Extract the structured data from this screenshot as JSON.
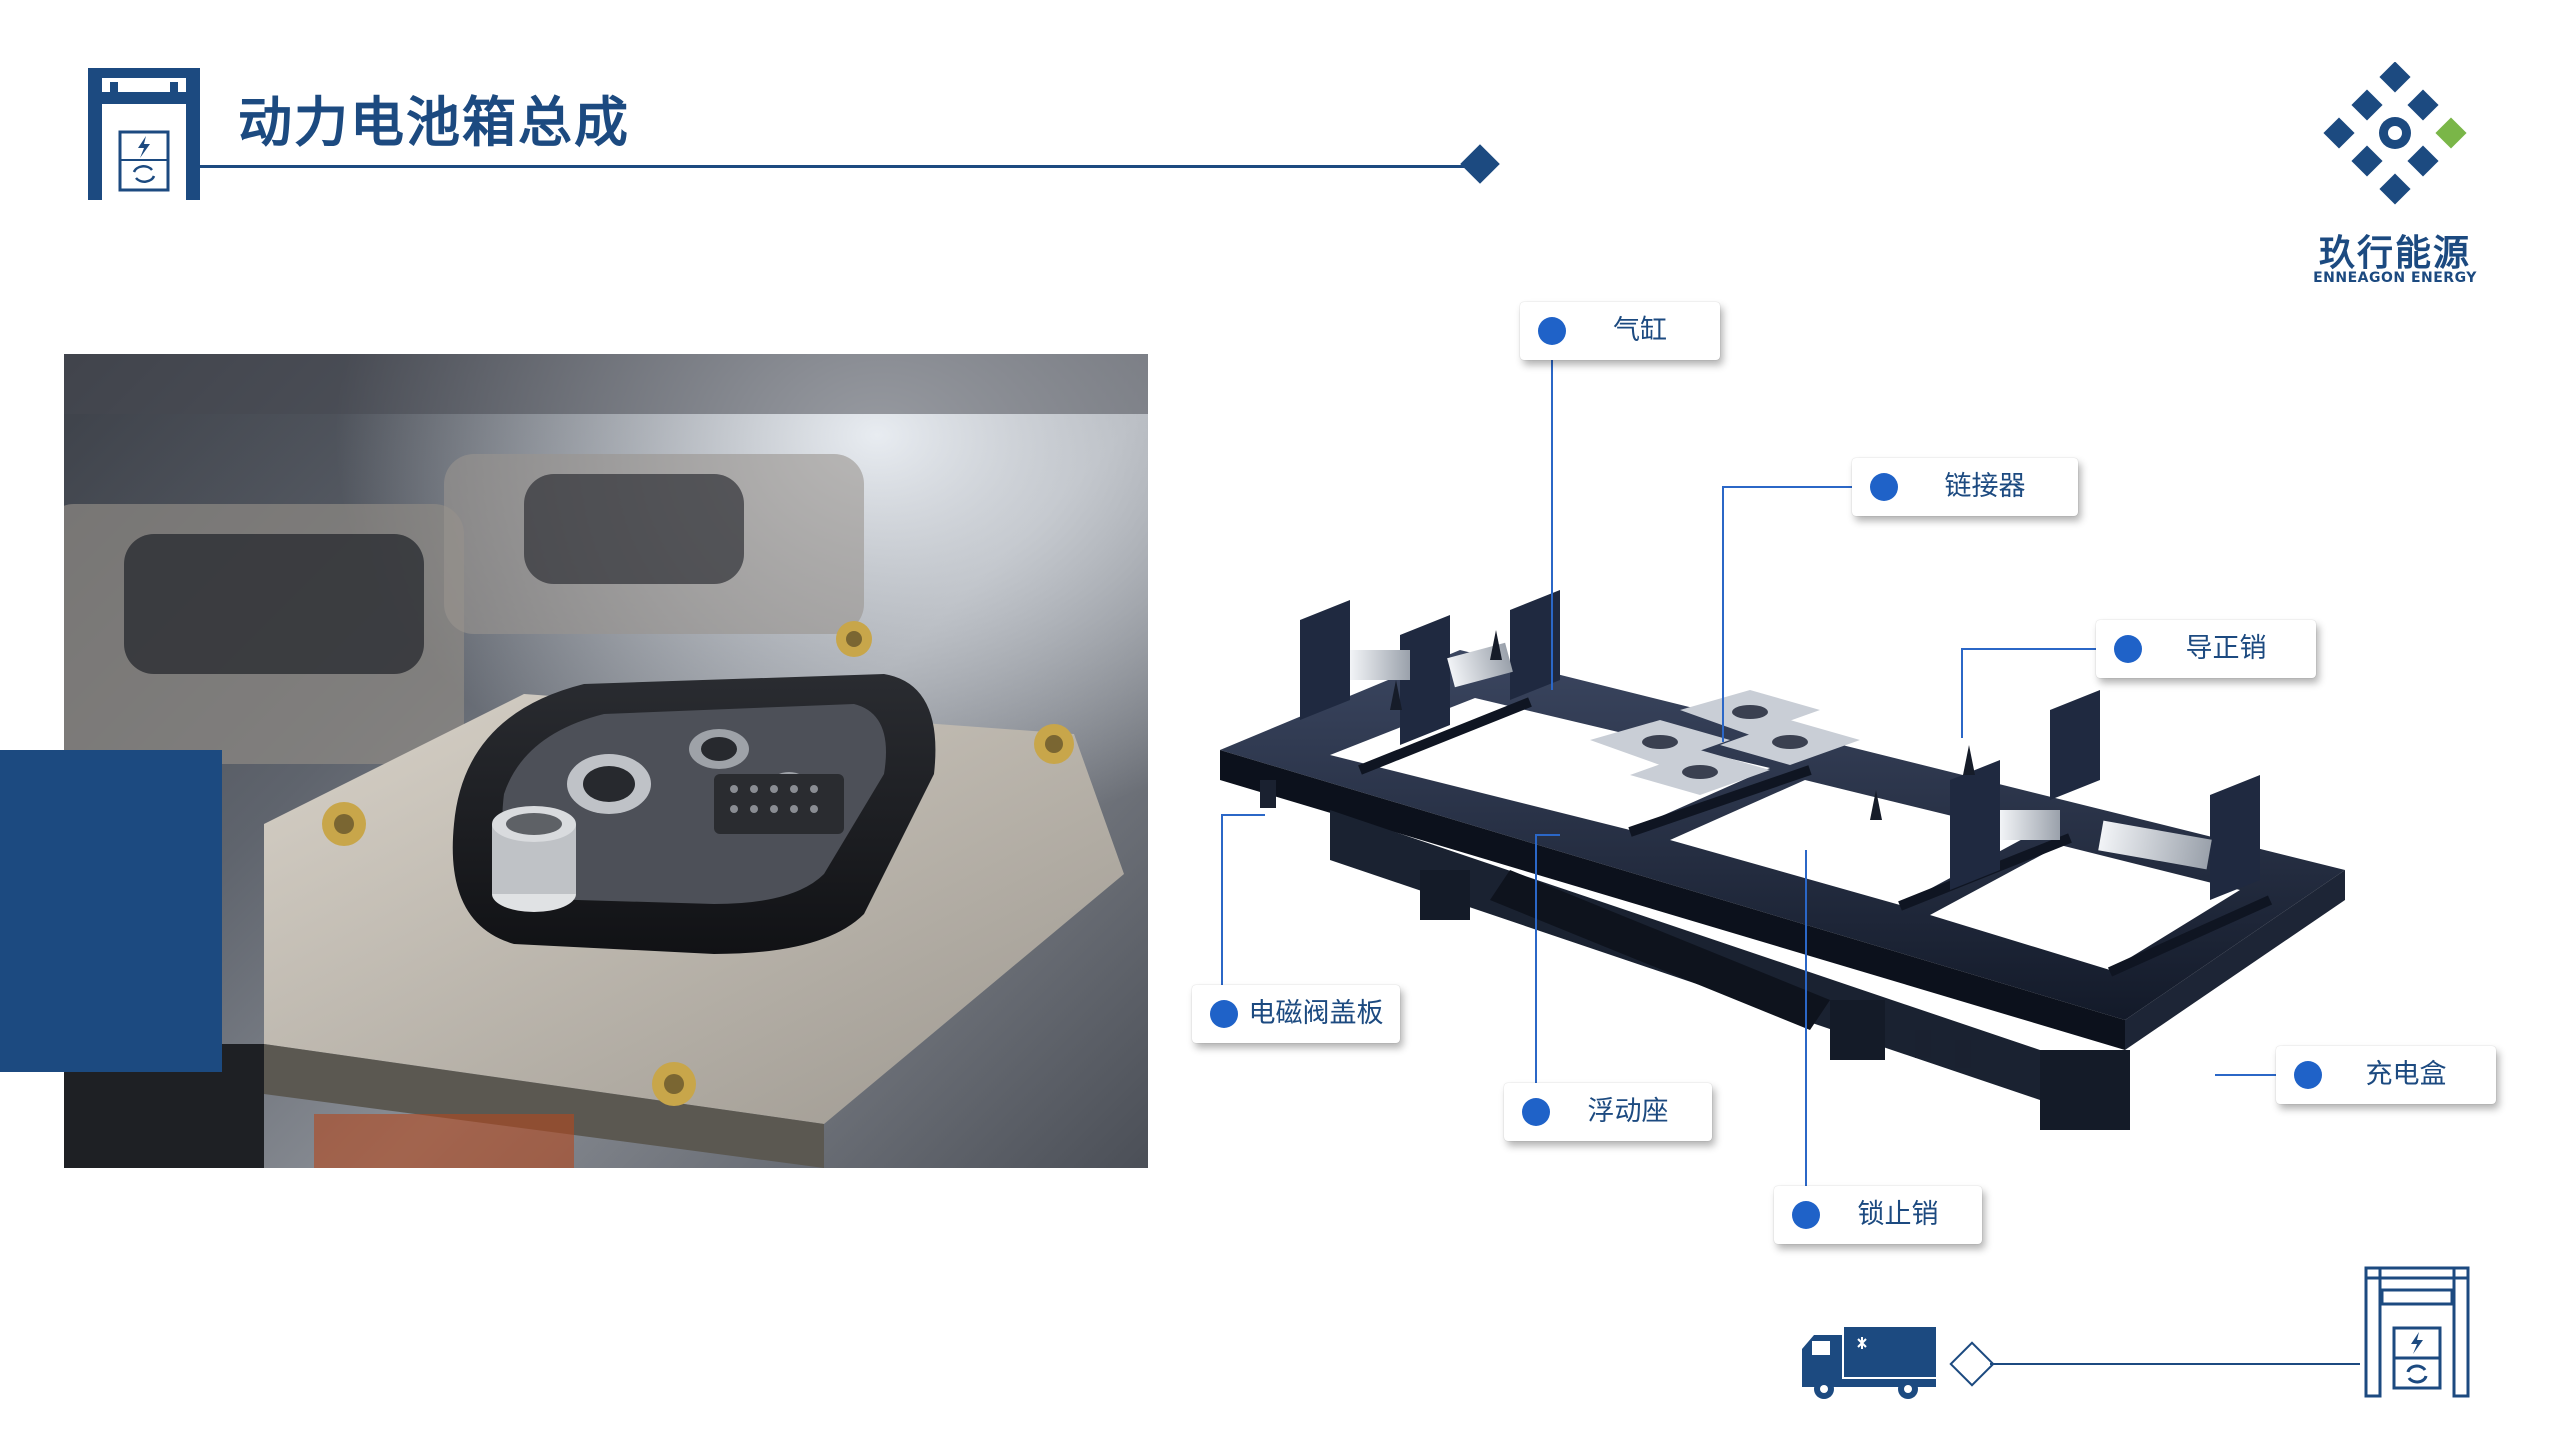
{
  "header": {
    "title": "动力电池箱总成"
  },
  "brand": {
    "name_cn": "玖行能源",
    "name_en": "ENNEAGON ENERGY",
    "primary_color": "#1c4a80",
    "accent_color": "#7ab648"
  },
  "callouts": {
    "cylinder": "气缸",
    "connector": "链接器",
    "guide_pin": "导正销",
    "solenoid_cover": "电磁阀盖板",
    "floating_seat": "浮动座",
    "lock_pin": "锁止销",
    "charging_box": "充电盒"
  },
  "colors": {
    "callout_dot": "#1f62c8",
    "accent_block": "#1c4a80"
  },
  "icons": {
    "header": "battery-swap-station-icon",
    "footer_truck": "truck-icon",
    "footer_station": "battery-swap-station-icon"
  }
}
